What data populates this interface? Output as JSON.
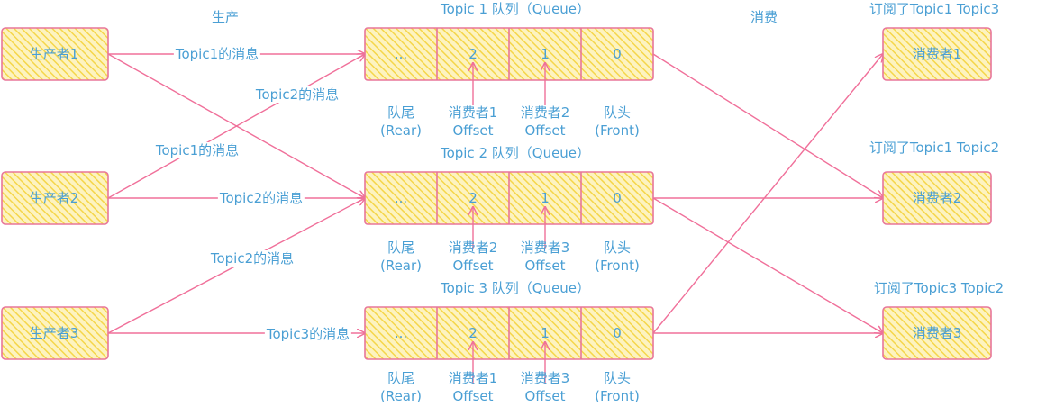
{
  "headers": {
    "produce": "生产",
    "consume": "消费"
  },
  "producers": [
    "生产者1",
    "生产者2",
    "生产者3"
  ],
  "consumers": [
    "消费者1",
    "消费者2",
    "消费者3"
  ],
  "subscriptions": [
    "订阅了Topic1 Topic3",
    "订阅了Topic1 Topic2",
    "订阅了Topic3 Topic2"
  ],
  "queues": [
    {
      "title": "Topic 1 队列（Queue）",
      "cells": [
        "...",
        "2",
        "1",
        "0"
      ],
      "rear": [
        "队尾",
        "(Rear)"
      ],
      "front": [
        "队头",
        "(Front)"
      ],
      "offsets": [
        [
          "消费者1",
          "Offset"
        ],
        [
          "消费者2",
          "Offset"
        ]
      ]
    },
    {
      "title": "Topic 2 队列（Queue）",
      "cells": [
        "...",
        "2",
        "1",
        "0"
      ],
      "rear": [
        "队尾",
        "(Rear)"
      ],
      "front": [
        "队头",
        "(Front)"
      ],
      "offsets": [
        [
          "消费者2",
          "Offset"
        ],
        [
          "消费者3",
          "Offset"
        ]
      ]
    },
    {
      "title": "Topic 3 队列（Queue）",
      "cells": [
        "...",
        "2",
        "1",
        "0"
      ],
      "rear": [
        "队尾",
        "(Rear)"
      ],
      "front": [
        "队头",
        "(Front)"
      ],
      "offsets": [
        [
          "消费者1",
          "Offset"
        ],
        [
          "消费者3",
          "Offset"
        ]
      ]
    }
  ],
  "message_labels": [
    "Topic1的消息",
    "Topic2的消息",
    "Topic1的消息",
    "Topic2的消息",
    "Topic2的消息",
    "Topic3的消息"
  ],
  "colors": {
    "stroke": "#e8769a",
    "fill": "#fbe88a",
    "text": "#4a9fd4",
    "arrow": "#f0709a"
  },
  "edges": [
    {
      "from": "生产者1",
      "to": "Topic 1 队列（Queue）",
      "label": "Topic1的消息"
    },
    {
      "from": "生产者1",
      "to": "Topic 2 队列（Queue）",
      "label": ""
    },
    {
      "from": "生产者2",
      "to": "Topic 1 队列（Queue）",
      "label": "Topic2的消息"
    },
    {
      "from": "生产者2",
      "to": "Topic 2 队列（Queue）",
      "label": "Topic2的消息"
    },
    {
      "from": "生产者3",
      "to": "Topic 2 队列（Queue）",
      "label": "Topic2的消息"
    },
    {
      "from": "生产者3",
      "to": "Topic 3 队列（Queue）",
      "label": "Topic3的消息"
    },
    {
      "from": "Topic 1 队列（Queue）",
      "to": "消费者2",
      "label": ""
    },
    {
      "from": "Topic 2 队列（Queue）",
      "to": "消费者2",
      "label": ""
    },
    {
      "from": "Topic 2 队列（Queue）",
      "to": "消费者3",
      "label": ""
    },
    {
      "from": "Topic 3 队列（Queue）",
      "to": "消费者1",
      "label": ""
    },
    {
      "from": "Topic 3 队列（Queue）",
      "to": "消费者3",
      "label": ""
    }
  ]
}
